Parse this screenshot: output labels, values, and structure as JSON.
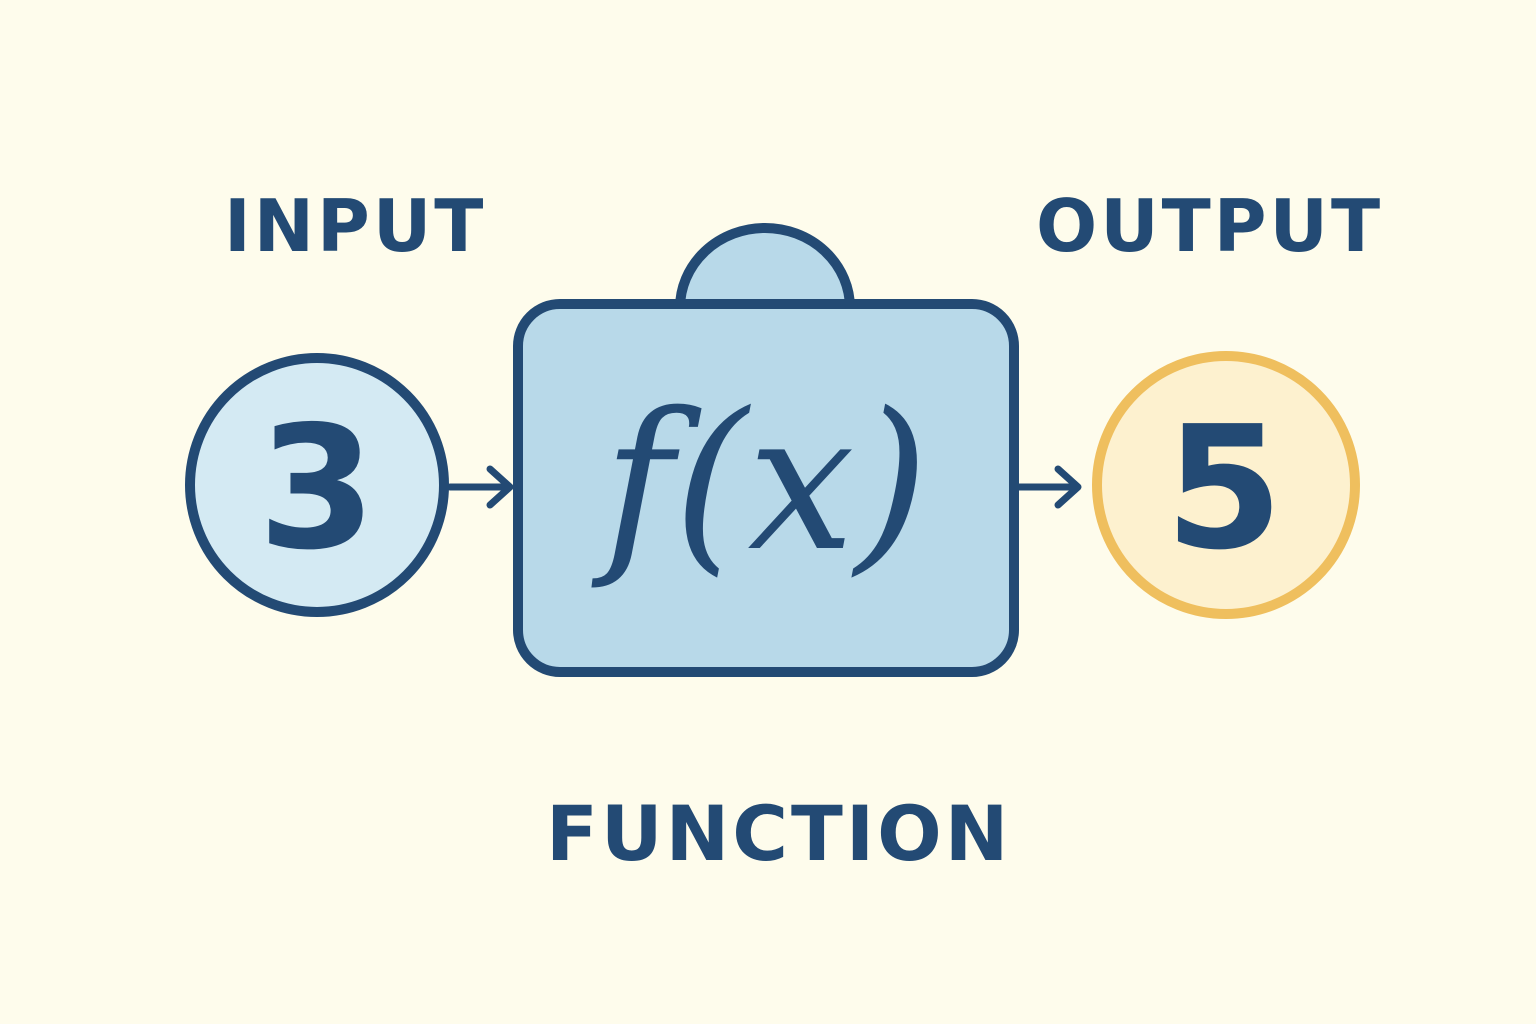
{
  "labels": {
    "input": "INPUT",
    "output": "OUTPUT",
    "function": "FUNCTION"
  },
  "input_value": "3",
  "output_value": "5",
  "function_expression": "f(x)",
  "colors": {
    "background": "#fefcec",
    "stroke": "#234a74",
    "input_fill": "#d4eaf3",
    "box_fill": "#b8d9e9",
    "output_fill": "#fdf1cf",
    "output_stroke": "#efbf5e"
  }
}
